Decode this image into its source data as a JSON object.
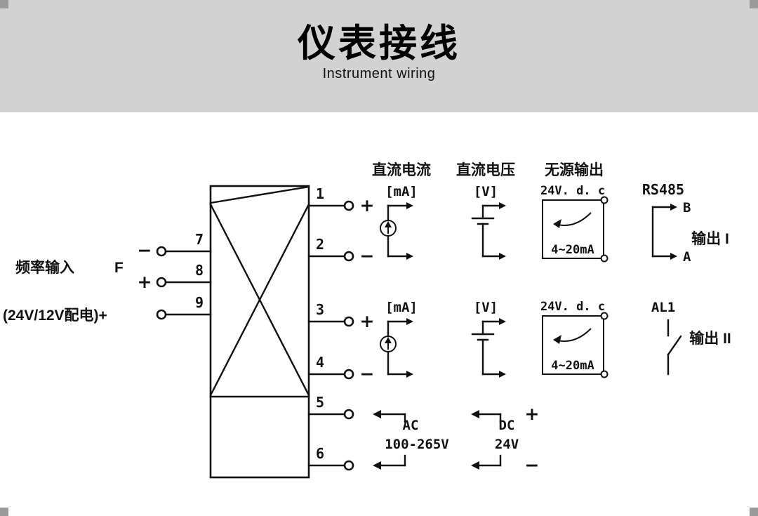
{
  "header": {
    "title": "仪表接线",
    "subtitle": "Instrument wiring"
  },
  "left": {
    "freq_label": "频率输入",
    "freq_symbol": "F",
    "minus": "−",
    "plus": "+",
    "power_label": "(24V/12V配电)+",
    "t7": "7",
    "t8": "8",
    "t9": "9"
  },
  "box": {
    "t1": "1",
    "t2": "2",
    "t3": "3",
    "t4": "4",
    "t5": "5",
    "t6": "6"
  },
  "headers": {
    "dc_current": "直流电流",
    "dc_voltage": "直流电压",
    "passive": "无源输出",
    "rs485": "RS485"
  },
  "out1": {
    "ma": "[mA]",
    "v": "[V]",
    "v24": "24V. d. c",
    "range": "4~20mA",
    "b": "B",
    "a": "A",
    "label": "输出 I",
    "plus": "+",
    "minus": "−"
  },
  "out2": {
    "ma": "[mA]",
    "v": "[V]",
    "v24": "24V. d. c",
    "range": "4~20mA",
    "al1": "AL1",
    "label": "输出 II",
    "plus": "+",
    "minus": "−"
  },
  "power": {
    "ac": "AC",
    "ac_range": "100-265V",
    "dc": "DC",
    "dc_volt": "24V",
    "plus": "+",
    "minus": "−"
  }
}
